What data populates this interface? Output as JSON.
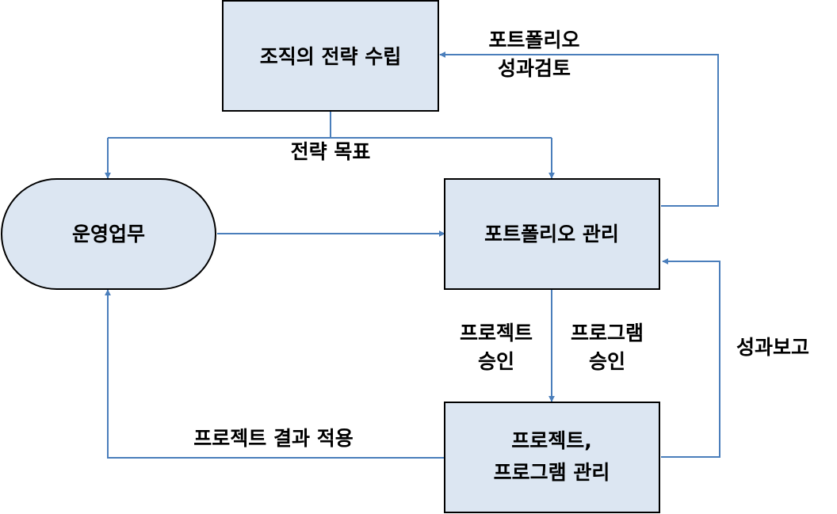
{
  "colors": {
    "node_fill": "#dce6f2",
    "node_border": "#000000",
    "arrow": "#4a7ebb",
    "text": "#000000"
  },
  "nodes": {
    "strategy": {
      "label": "조직의 전략 수립"
    },
    "operations": {
      "label": "운영업무"
    },
    "portfolio": {
      "label": "포트폴리오 관리"
    },
    "project_program": {
      "line1": "프로젝트,",
      "line2": "프로그램 관리"
    }
  },
  "edges": {
    "strategic_goals": {
      "label": "전략 목표"
    },
    "portfolio_review": {
      "line1": "포트폴리오",
      "line2": "성과검토"
    },
    "project_approval": {
      "line1": "프로젝트",
      "line2": "승인"
    },
    "program_approval": {
      "line1": "프로그램",
      "line2": "승인"
    },
    "performance_report": {
      "label": "성과보고"
    },
    "apply_results": {
      "label": "프로젝트 결과 적용"
    }
  }
}
